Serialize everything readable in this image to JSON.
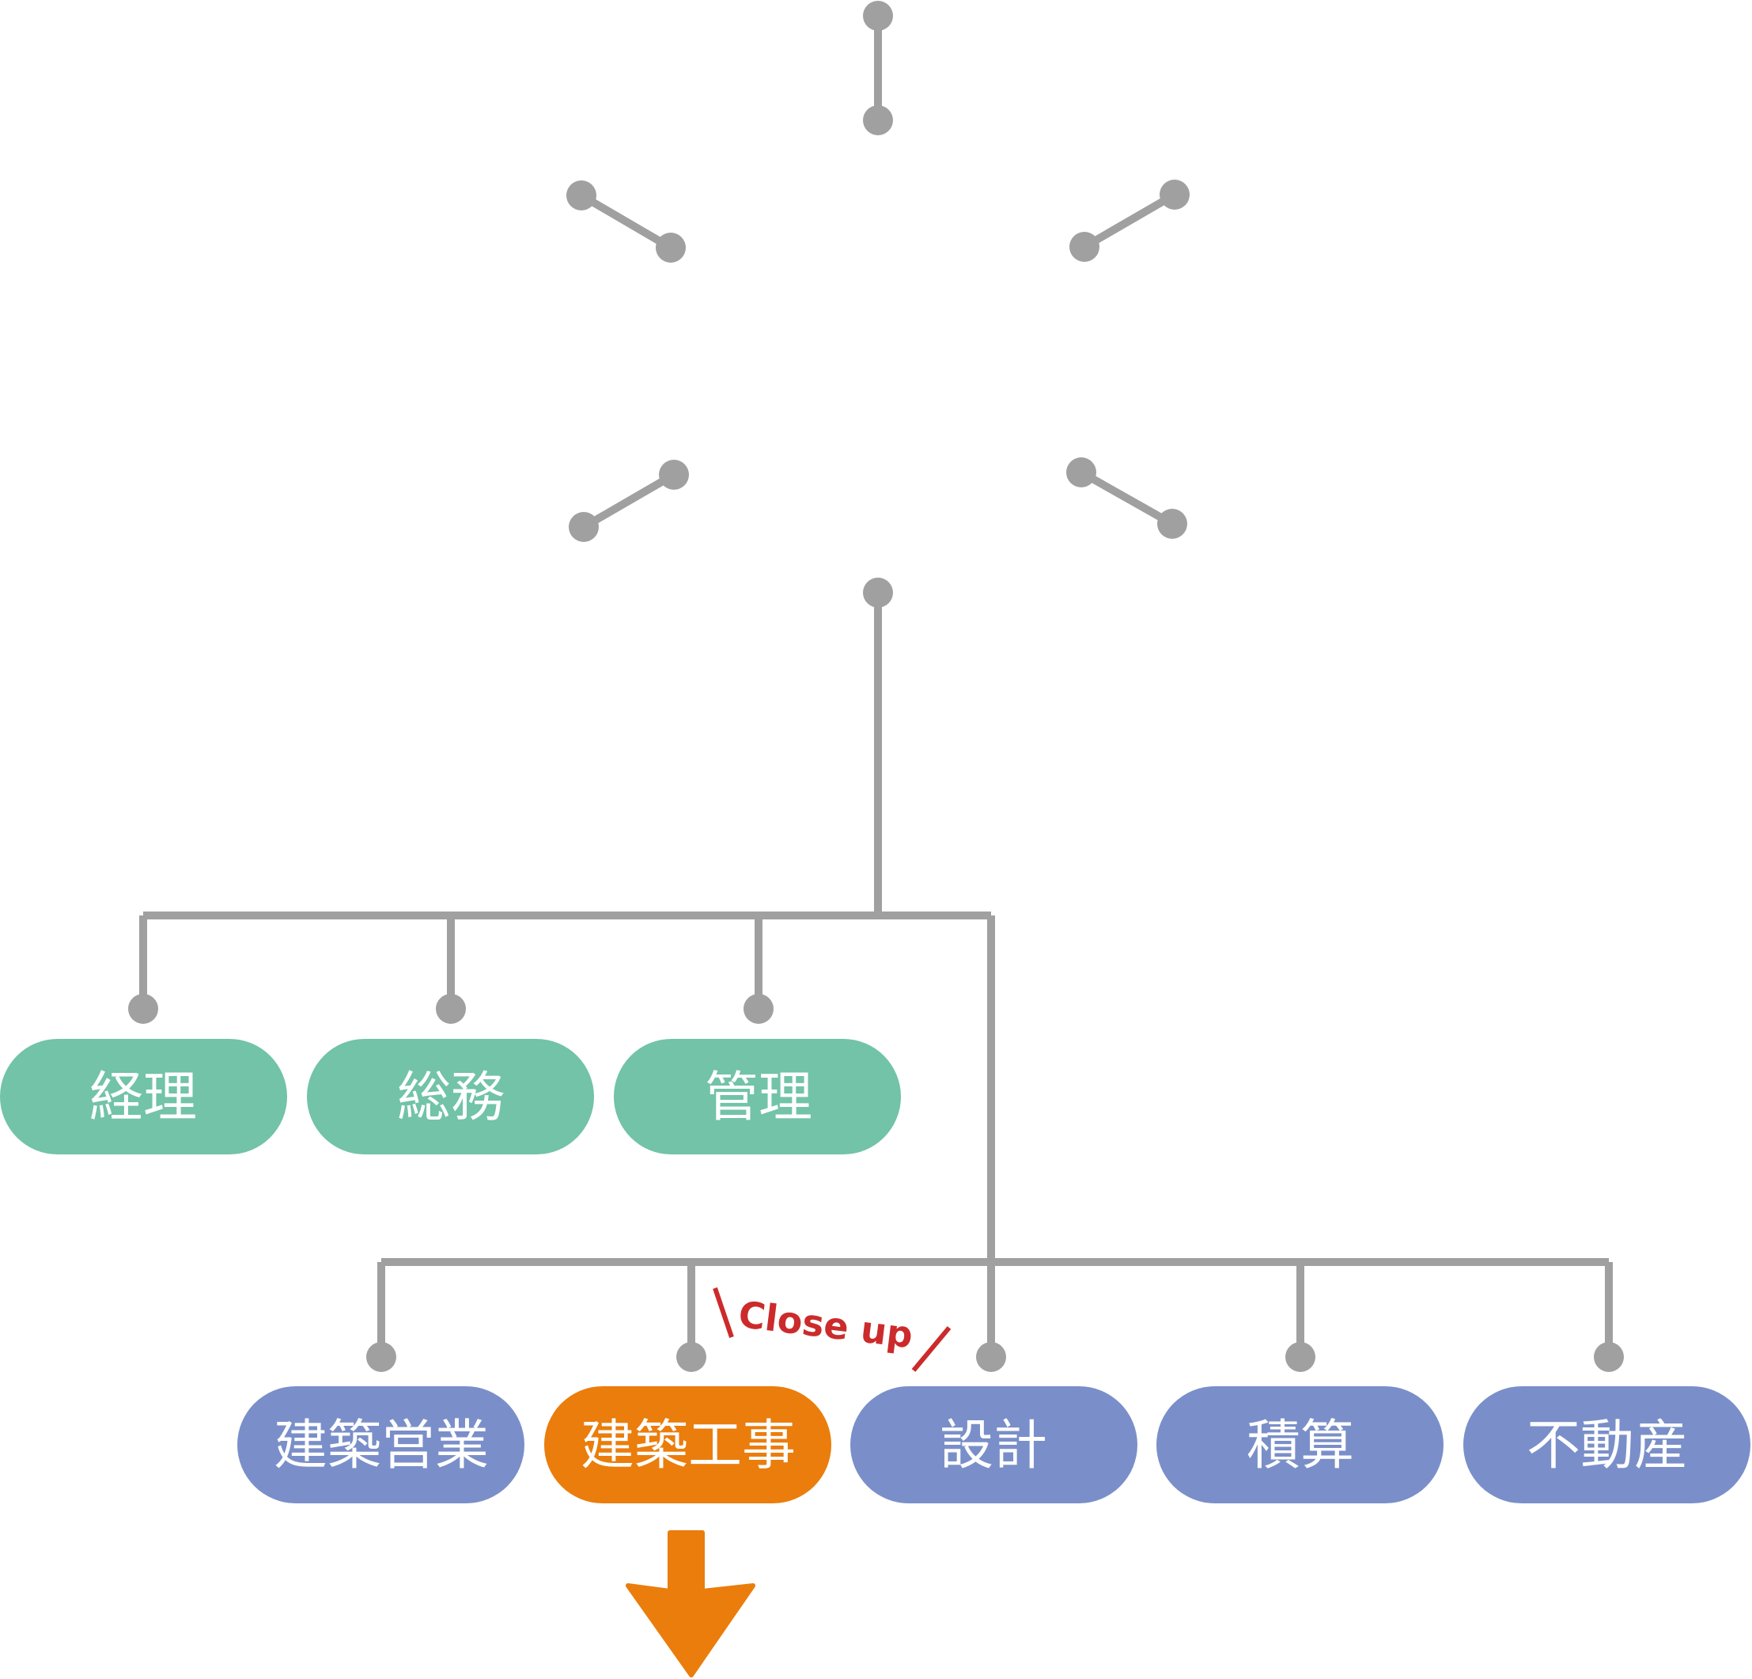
{
  "colors": {
    "line": "#a0a0a0",
    "admin": "#72c3a8",
    "business": "#7a8fc9",
    "highlight": "#ea7d0c",
    "annotation": "#cc2b2b",
    "text": "#ffffff"
  },
  "admin_departments": [
    {
      "label": "経理"
    },
    {
      "label": "総務"
    },
    {
      "label": "管理"
    }
  ],
  "business_departments": [
    {
      "label": "建築営業",
      "highlighted": false
    },
    {
      "label": "建築工事",
      "highlighted": true
    },
    {
      "label": "設計",
      "highlighted": false
    },
    {
      "label": "積算",
      "highlighted": false
    },
    {
      "label": "不動産",
      "highlighted": false
    }
  ],
  "annotation": {
    "text": "Close up"
  },
  "down_arrow_icon": "down-arrow-icon"
}
